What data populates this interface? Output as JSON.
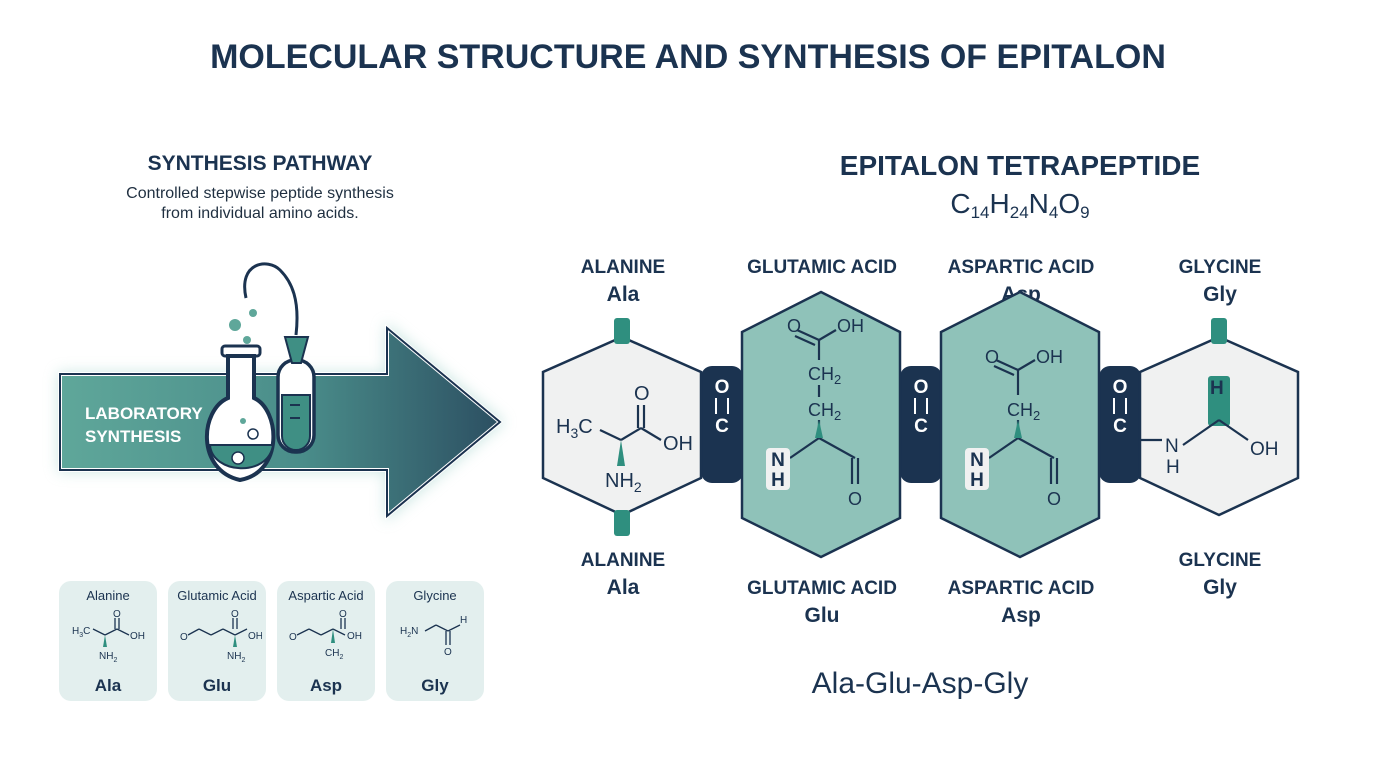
{
  "title": "MOLECULAR STRUCTURE AND SYNTHESIS OF EPITALON",
  "synthesis": {
    "heading": "SYNTHESIS PATHWAY",
    "description_line1": "Controlled stepwise peptide synthesis",
    "description_line2": "from individual amino acids.",
    "arrow_label_line1": "LABORATORY",
    "arrow_label_line2": "SYNTHESIS"
  },
  "peptide": {
    "heading": "EPITALON TETRAPEPTIDE",
    "formula": {
      "c": "C",
      "c_n": "14",
      "h": "H",
      "h_n": "24",
      "n": "N",
      "n_n": "4",
      "o": "O",
      "o_n": "9"
    },
    "sequence": "Ala-Glu-Asp-Gly",
    "residues": [
      {
        "name_top": "ALANINE",
        "abbr_top": "Ala",
        "name_bottom": "ALANINE",
        "abbr_bottom": "Ala"
      },
      {
        "name_top": "GLUTAMIC ACID",
        "abbr_top": "",
        "name_bottom": "GLUTAMIC ACID",
        "abbr_bottom": "Glu"
      },
      {
        "name_top": "ASPARTIC ACID",
        "abbr_top": "Asp",
        "name_bottom": "ASPARTIC ACID",
        "abbr_bottom": "Asp"
      },
      {
        "name_top": "GLYCINE",
        "abbr_top": "Gly",
        "name_bottom": "GLYCINE",
        "abbr_bottom": "Gly"
      }
    ],
    "atoms": {
      "o": "O",
      "oh": "OH",
      "n": "N",
      "h": "H",
      "c": "C",
      "h3c_h": "H",
      "h3c_3": "3",
      "h3c_c": "C",
      "nh2_nh": "NH",
      "nh2_2": "2",
      "ch2_ch": "CH",
      "ch2_2": "2"
    }
  },
  "cards": [
    {
      "name": "Alanine",
      "abbr": "Ala"
    },
    {
      "name": "Glutamic Acid",
      "abbr": "Glu"
    },
    {
      "name": "Aspartic Acid",
      "abbr": "Asp"
    },
    {
      "name": "Glycine",
      "abbr": "Gly"
    }
  ],
  "colors": {
    "navy": "#1b3350",
    "teal": "#5fa79a",
    "teal_light": "#8fc2b9",
    "light_gray": "#f0f1f1",
    "card_bg": "#e3efee"
  },
  "icons": [
    "flask-icon",
    "test-tube-icon",
    "synthesis-arrow"
  ]
}
